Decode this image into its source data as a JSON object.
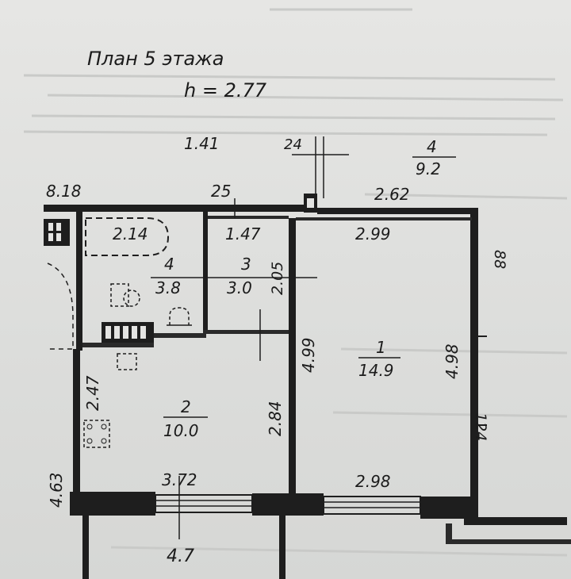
{
  "title": "План 5 этажа",
  "height_label": "h = 2.77",
  "dimensions": {
    "top_left": "1.41",
    "top_mid": "24",
    "left_overall": "8.18",
    "wall_25": "25",
    "right_top": "2.62",
    "room4_width": "2.14",
    "room3_width": "1.47",
    "room3_height": "2.05",
    "room1_width": "2.99",
    "right_edge_top": "88",
    "room1_left": "4.99",
    "room1_right": "4.98",
    "room2_height_left": "2.47",
    "room2_height_right": "2.84",
    "right_edge_bottom": "124",
    "left_bottom": "4.63",
    "room2_width": "3.72",
    "room1_bottom_width": "2.98",
    "balcony_area": "4.7"
  },
  "rooms": [
    {
      "number": "1",
      "area": "14.9"
    },
    {
      "number": "2",
      "area": "10.0"
    },
    {
      "number": "3",
      "area": "3.0"
    },
    {
      "number": "4",
      "area": "3.8"
    },
    {
      "number": "4",
      "area": "9.2"
    }
  ],
  "colors": {
    "ink": "#1e1e1e",
    "paper": "#e0e1df"
  }
}
